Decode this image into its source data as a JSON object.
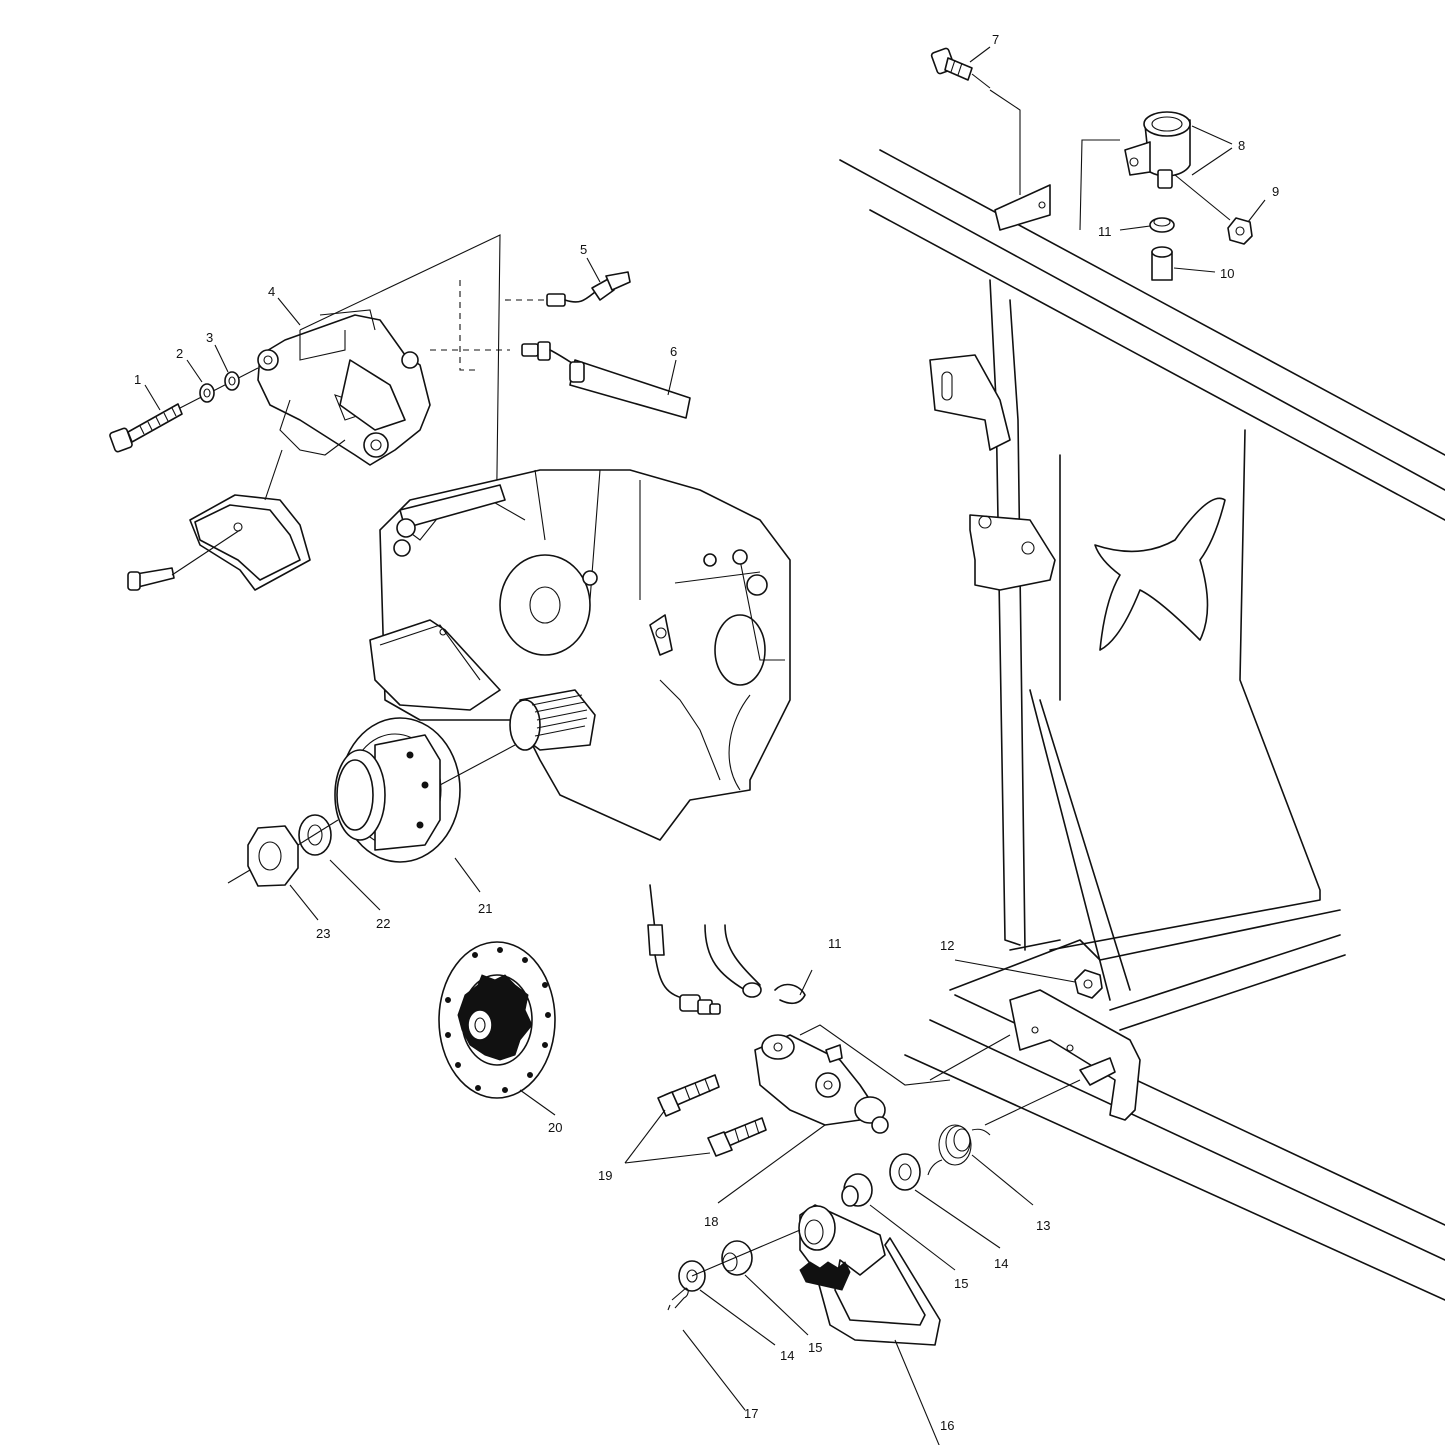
{
  "callouts": [
    {
      "id": "c1",
      "label": "1"
    },
    {
      "id": "c2",
      "label": "2"
    },
    {
      "id": "c3",
      "label": "3"
    },
    {
      "id": "c4",
      "label": "4"
    },
    {
      "id": "c5",
      "label": "5"
    },
    {
      "id": "c6",
      "label": "6"
    },
    {
      "id": "c7",
      "label": "7"
    },
    {
      "id": "c8",
      "label": "8"
    },
    {
      "id": "c9",
      "label": "9"
    },
    {
      "id": "c10",
      "label": "10"
    },
    {
      "id": "c11a",
      "label": "11"
    },
    {
      "id": "c11b",
      "label": "11"
    },
    {
      "id": "c12",
      "label": "12"
    },
    {
      "id": "c13",
      "label": "13"
    },
    {
      "id": "c14a",
      "label": "14"
    },
    {
      "id": "c14b",
      "label": "14"
    },
    {
      "id": "c15a",
      "label": "15"
    },
    {
      "id": "c15b",
      "label": "15"
    },
    {
      "id": "c16",
      "label": "16"
    },
    {
      "id": "c17",
      "label": "17"
    },
    {
      "id": "c18",
      "label": "18"
    },
    {
      "id": "c19",
      "label": "19"
    },
    {
      "id": "c20",
      "label": "20"
    },
    {
      "id": "c21",
      "label": "21"
    },
    {
      "id": "c22",
      "label": "22"
    },
    {
      "id": "c23",
      "label": "23"
    }
  ]
}
